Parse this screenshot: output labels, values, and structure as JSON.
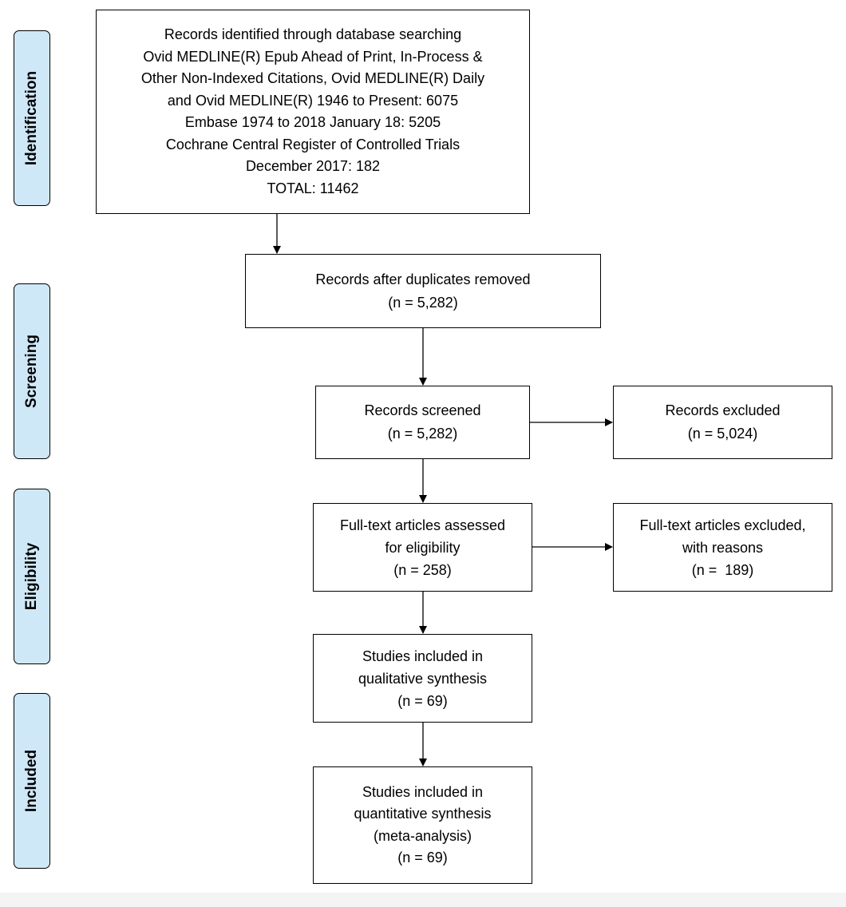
{
  "stages": {
    "identification": "Identification",
    "screening": "Screening",
    "eligibility": "Eligibility",
    "included": "Included"
  },
  "boxes": {
    "identified": {
      "lines": [
        "Records identified through database searching",
        "Ovid MEDLINE(R) Epub Ahead of Print, In-Process &",
        "Other Non-Indexed Citations, Ovid MEDLINE(R) Daily",
        "and Ovid MEDLINE(R) 1946 to Present: 6075",
        "Embase 1974 to 2018 January 18: 5205",
        "Cochrane Central Register of Controlled Trials",
        "December 2017: 182",
        "TOTAL: 11462"
      ]
    },
    "deduplicated": {
      "lines": [
        "Records after duplicates removed",
        "(n = 5,282)"
      ]
    },
    "screened": {
      "lines": [
        "Records screened",
        "(n = 5,282)"
      ]
    },
    "excluded": {
      "lines": [
        "Records excluded",
        "(n = 5,024)"
      ]
    },
    "fulltext": {
      "lines": [
        "Full-text articles assessed",
        "for eligibility",
        "(n = 258)"
      ]
    },
    "fulltext_excluded": {
      "lines": [
        "Full-text articles excluded,",
        "with reasons",
        "(n =  189)"
      ]
    },
    "qualitative": {
      "lines": [
        "Studies included in",
        "qualitative synthesis",
        "(n = 69)"
      ]
    },
    "quantitative": {
      "lines": [
        "Studies included in",
        "quantitative synthesis",
        "(meta-analysis)",
        "(n = 69)"
      ]
    }
  },
  "colors": {
    "stage_fill": "#cfe8f8",
    "border": "#000000",
    "background": "#ffffff"
  }
}
